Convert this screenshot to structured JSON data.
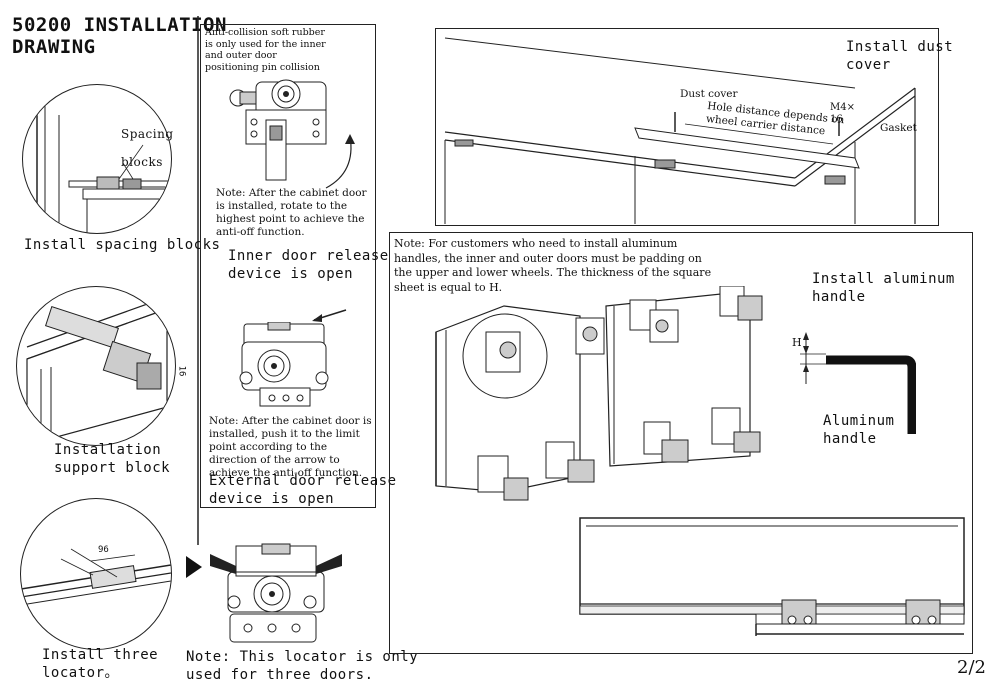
{
  "title": {
    "line1": "50200 INSTALLATION",
    "line2": "DRAWING"
  },
  "left_column": {
    "spacing_label_1": "Spacing",
    "spacing_label_2": "blocks",
    "caption_spacing": "Install spacing blocks",
    "support_dim": "16",
    "caption_support_1": "Installation",
    "caption_support_2": "support block",
    "locator_dim": "96",
    "caption_locator_1": "Install three",
    "caption_locator_2": "locator。"
  },
  "middle_column": {
    "note_anticollision": "Anti-collision soft rubber is only used for the inner and outer door positioning pin collision",
    "note_inner": "Note: After the cabinet door is installed, rotate to the highest point to achieve the anti-off function.",
    "caption_inner_1": "Inner door release",
    "caption_inner_2": "device is open",
    "note_external": "Note: After the cabinet door is installed, push it to the limit point according to the direction of the arrow to achieve the anti-off function.",
    "caption_external_1": "External door release",
    "caption_external_2": "device is open",
    "note_locator_1": "Note: This locator is only",
    "note_locator_2": "used for three doors."
  },
  "dust_cover": {
    "caption_1": "Install dust",
    "caption_2": "cover",
    "label_dust_cover": "Dust cover",
    "label_hole_1": "Hole distance depends on",
    "label_hole_2": "wheel carrier distance",
    "label_screw_1": "M4×",
    "label_screw_2": "16",
    "label_gasket": "Gasket"
  },
  "handle_panel": {
    "note": "Note: For customers who need to install aluminum handles, the inner and outer doors must be padding on the upper and lower wheels. The thickness of the square sheet is equal to H.",
    "caption_install_1": "Install aluminum",
    "caption_install_2": "handle",
    "dim_h": "H",
    "caption_handle_1": "Aluminum",
    "caption_handle_2": "handle"
  },
  "page_number": "2/2"
}
